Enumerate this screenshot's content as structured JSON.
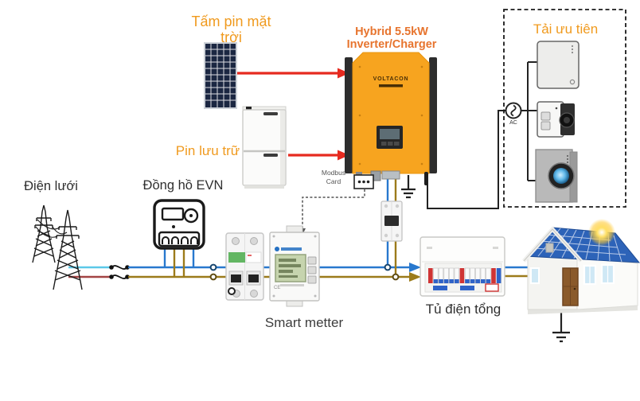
{
  "diagram": {
    "labels": {
      "solar_panel": "Tấm pin mặt trời",
      "inverter_title": "Hybrid 5.5kW Inverter/Charger",
      "priority_load": "Tải ưu tiên",
      "battery": "Pin lưu trữ",
      "grid": "Điện lưới",
      "evn_meter": "Đồng hồ EVN",
      "smart_meter": "Smart metter",
      "main_panel": "Tủ điện tổng",
      "modbus_card": "Modbus Card",
      "ac": "AC",
      "inverter_brand": "VOLTACON",
      "smart_meter_ce": "CE"
    },
    "colors": {
      "label_orange": "#F09A1E",
      "title_orange": "#E7742E",
      "wire_blue": "#2878CE",
      "wire_brown": "#9C7B1B",
      "wire_light_blue": "#5BC8E8",
      "wire_dark_red": "#A34444",
      "wire_black": "#222222",
      "arrow_red": "#E62A1F",
      "inverter_orange": "#F7A41F",
      "solar_panel_navy": "#1B2742",
      "lcd_green": "#C6D4AE",
      "text_dark": "#2F2F2F"
    },
    "icons": {
      "transmission-tower-icon": "lattice power pylons",
      "solar-panel-icon": "PV module",
      "battery-icon": "stacked storage battery",
      "inverter-icon": "hybrid inverter unit",
      "evn-meter-icon": "utility kWh meter",
      "breaker-icon": "2-pole MCB",
      "smart-meter-icon": "DIN-rail smart meter",
      "distribution-board-icon": "consumer unit",
      "house-icon": "house with rooftop PV",
      "fridge-icon": "white appliance",
      "projector-icon": "appliance with lens",
      "washing-machine-icon": "washing machine",
      "ac-source-icon": "AC sine symbol",
      "ground-icon": "earth ground symbol",
      "modbus-card-icon": "modbus interface card"
    }
  }
}
